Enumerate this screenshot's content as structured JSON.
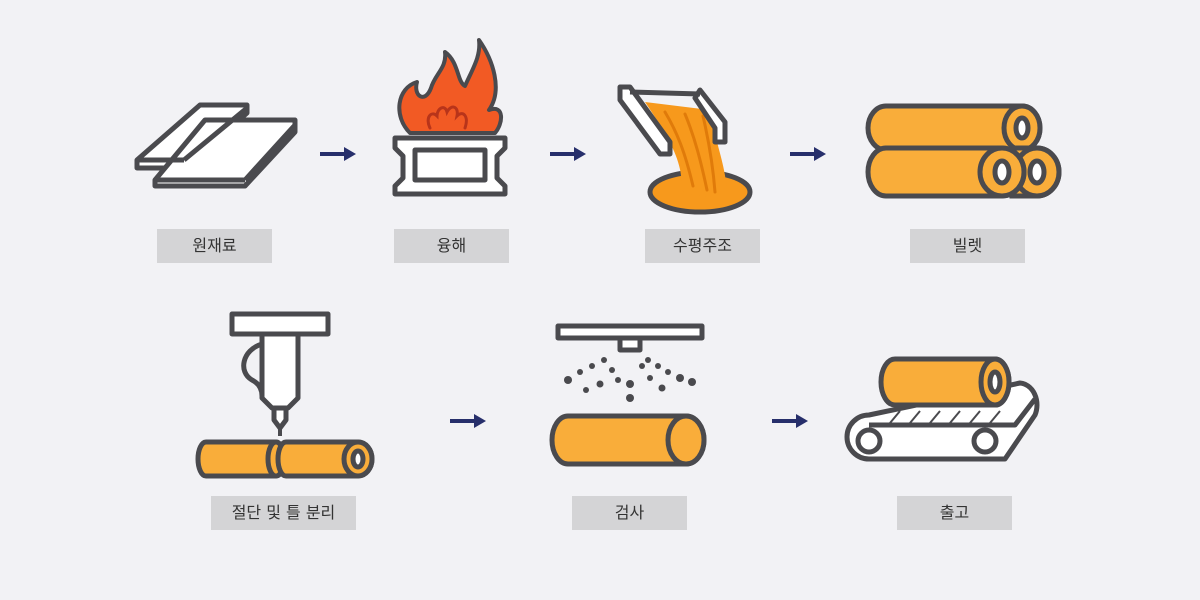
{
  "steps": [
    {
      "id": "raw-material",
      "label": "원재료"
    },
    {
      "id": "melting",
      "label": "융해"
    },
    {
      "id": "horizontal-casting",
      "label": "수평주조"
    },
    {
      "id": "billet",
      "label": "빌렛"
    },
    {
      "id": "cutting-separation",
      "label": "절단 및 틀 분리"
    },
    {
      "id": "inspection",
      "label": "검사"
    },
    {
      "id": "shipping",
      "label": "출고"
    }
  ],
  "colors": {
    "background": "#f2f2f5",
    "outline": "#4a4a4e",
    "billet": "#f9ad3a",
    "flame": "#f25a24",
    "arrow": "#272f6b",
    "label_bg": "#d4d4d6"
  }
}
